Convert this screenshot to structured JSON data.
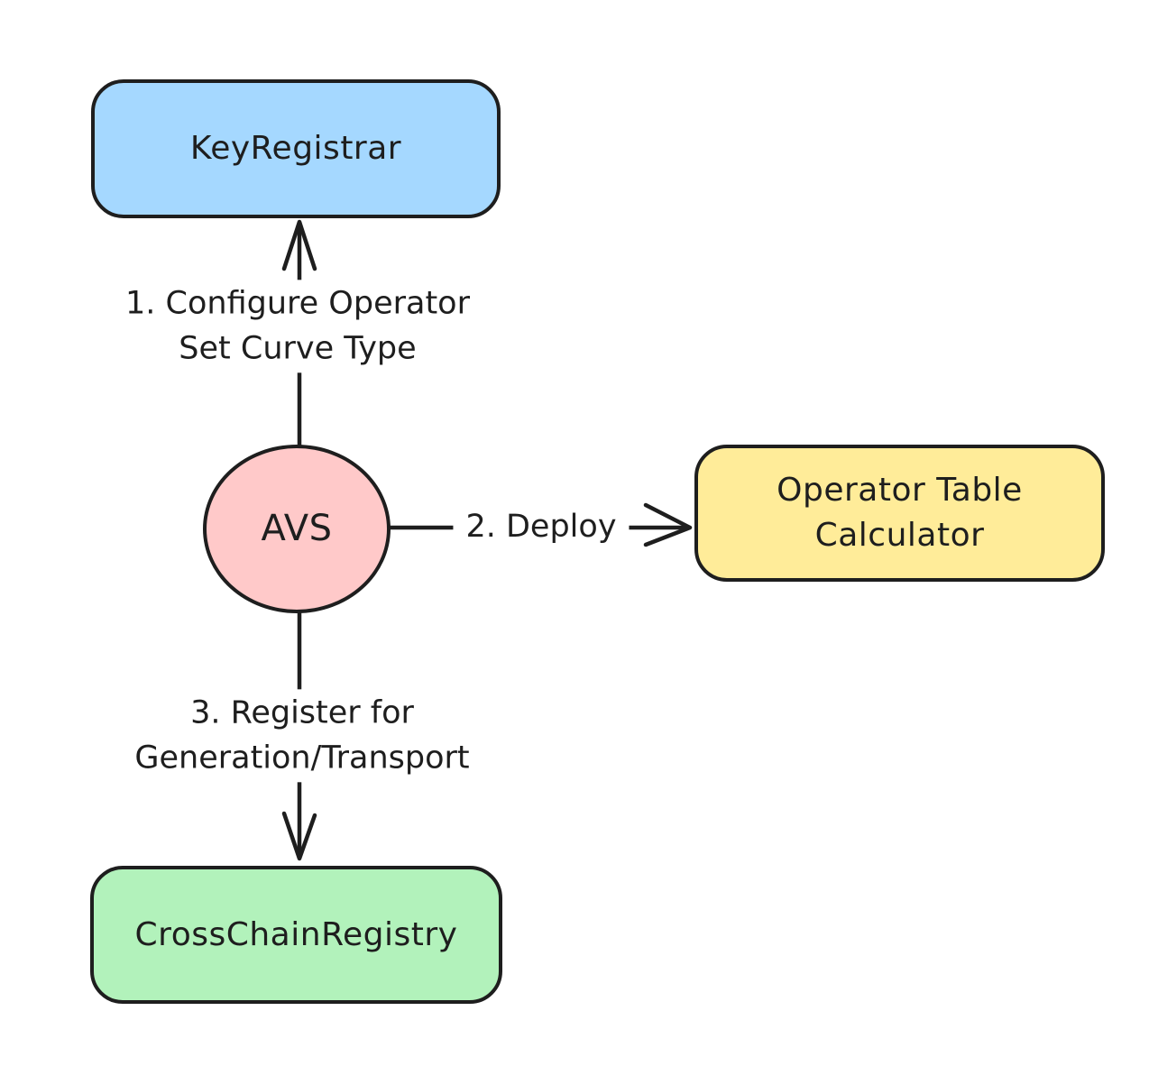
{
  "diagram": {
    "background_color": "#ffffff",
    "stroke_color": "#1e1e1e",
    "nodes": {
      "key_registrar": {
        "label": "KeyRegistrar",
        "shape": "rounded-rect",
        "fill": "#a5d8ff"
      },
      "avs": {
        "label": "AVS",
        "shape": "ellipse",
        "fill": "#ffc9c9"
      },
      "operator_table_calculator": {
        "lines": [
          "Operator Table",
          "Calculator"
        ],
        "shape": "rounded-rect",
        "fill": "#ffec99"
      },
      "cross_chain_registry": {
        "label": "CrossChainRegistry",
        "shape": "rounded-rect",
        "fill": "#b2f2bb"
      }
    },
    "edges": {
      "configure": {
        "from": "avs",
        "to": "key_registrar",
        "lines": [
          "1. Configure Operator",
          "Set Curve Type"
        ],
        "arrowhead": "open"
      },
      "deploy": {
        "from": "avs",
        "to": "operator_table_calculator",
        "label": "2. Deploy",
        "arrowhead": "open"
      },
      "register": {
        "from": "avs",
        "to": "cross_chain_registry",
        "lines": [
          "3. Register for",
          "Generation/Transport"
        ],
        "arrowhead": "open"
      }
    }
  }
}
